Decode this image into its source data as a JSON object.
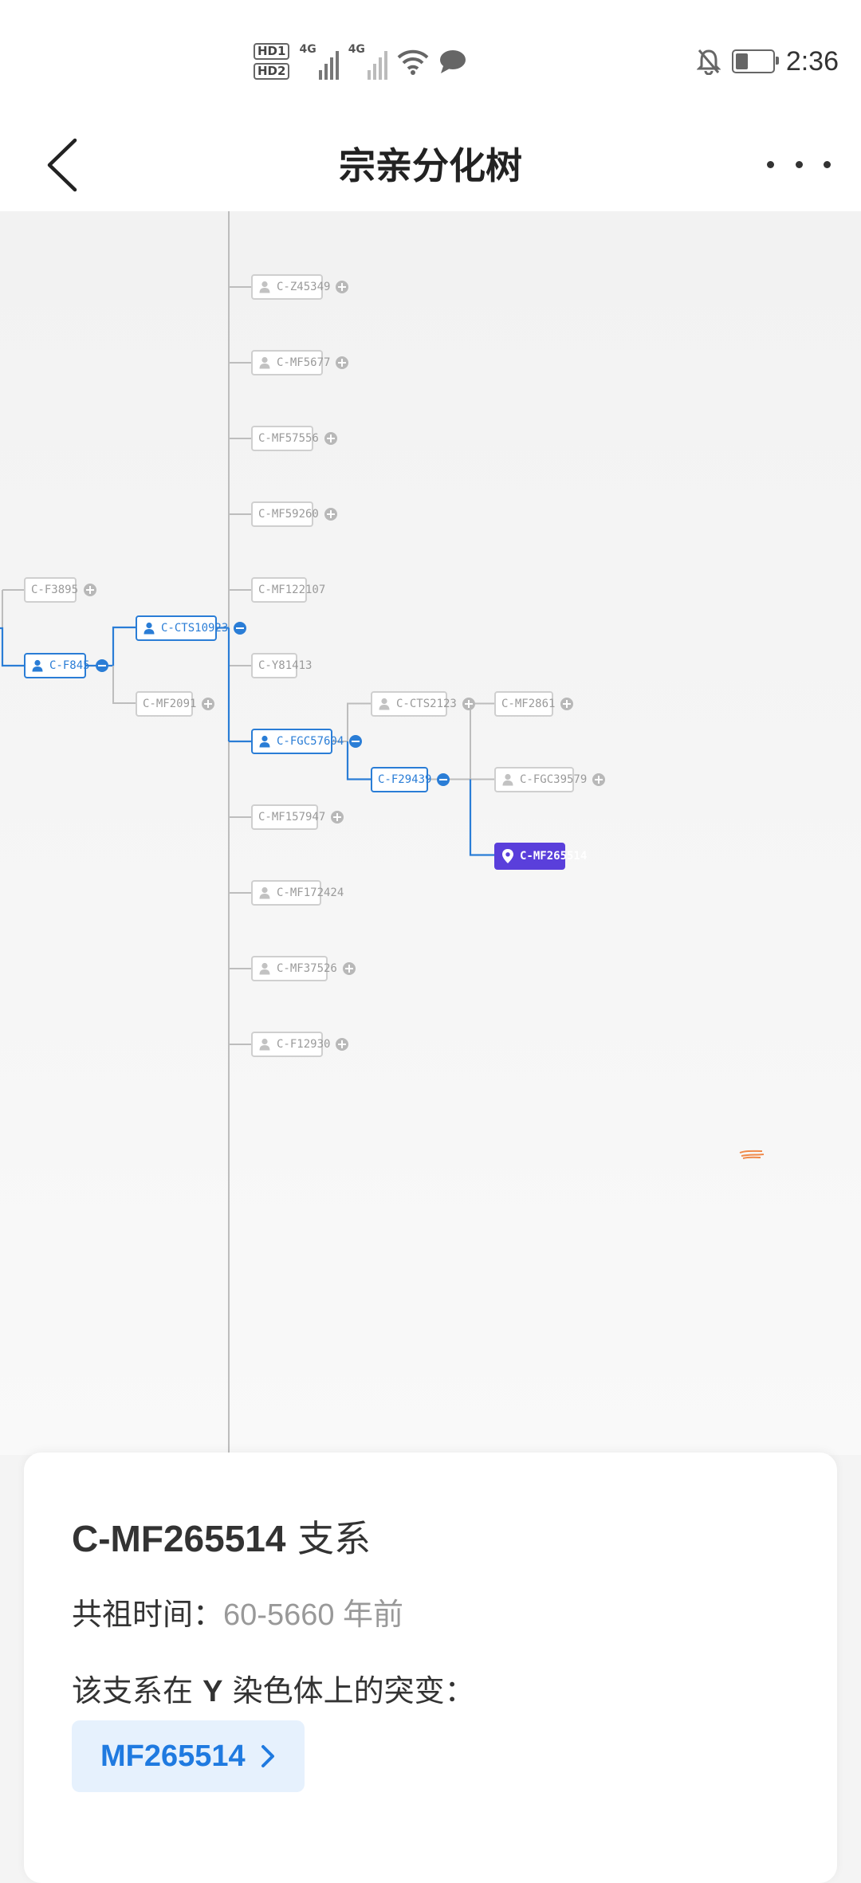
{
  "status_bar": {
    "hd_labels": [
      "HD1",
      "HD2"
    ],
    "sim1_type": "4G",
    "sim2_type": "4G",
    "time": "2:36",
    "icons": [
      "signal-icon",
      "wifi-icon",
      "chat-icon",
      "bell-off-icon",
      "battery-icon"
    ],
    "battery_level": 0.35
  },
  "header": {
    "title": "宗亲分化树"
  },
  "tree": {
    "trunk": [
      {
        "label": "C-Z45349",
        "icon": true,
        "toggle": "plus"
      },
      {
        "label": "C-MF5677",
        "icon": true,
        "toggle": "plus"
      },
      {
        "label": "C-MF57556",
        "icon": false,
        "toggle": "plus"
      },
      {
        "label": "C-MF59260",
        "icon": false,
        "toggle": "plus"
      },
      {
        "label": "C-MF122107",
        "icon": false,
        "toggle": ""
      },
      {
        "label": "C-Y81413",
        "icon": false,
        "toggle": ""
      },
      {
        "label": "C-FGC57604",
        "icon": true,
        "toggle": "minus",
        "active": true
      },
      {
        "label": "C-MF157947",
        "icon": false,
        "toggle": "plus"
      },
      {
        "label": "C-MF172424",
        "icon": true,
        "toggle": ""
      },
      {
        "label": "C-MF37526",
        "icon": true,
        "toggle": "plus"
      },
      {
        "label": "C-F12930",
        "icon": true,
        "toggle": "plus"
      }
    ],
    "left_branch": {
      "parent": {
        "label": "C-F845",
        "icon": true,
        "toggle": "minus",
        "active": true
      },
      "sibling": {
        "label": "C-F3895",
        "icon": false,
        "toggle": "plus"
      },
      "child": {
        "label": "C-CTS10923",
        "icon": true,
        "toggle": "minus",
        "active": true
      },
      "child_sibling": {
        "label": "C-MF2091",
        "icon": false,
        "toggle": "plus"
      }
    },
    "right_branch": {
      "level1": [
        {
          "label": "C-CTS2123",
          "icon": true,
          "toggle": "plus"
        },
        {
          "label": "C-F29439",
          "icon": false,
          "toggle": "minus",
          "active": true
        }
      ],
      "level2": [
        {
          "label": "C-MF2861",
          "icon": false,
          "toggle": "plus"
        },
        {
          "label": "C-FGC39579",
          "icon": true,
          "toggle": "plus"
        },
        {
          "label": "C-MF265514",
          "icon": "pin",
          "toggle": "",
          "selected": true
        }
      ]
    },
    "colors": {
      "active": "#2a7dd6",
      "selected": "#5a3fdb",
      "line": "#bdbdbd"
    }
  },
  "info_card": {
    "branch_code": "C-MF265514",
    "branch_suffix": "支系",
    "tmrca_label": "共祖时间：",
    "tmrca_value": "60-5660 年前",
    "mutation_prefix": "该支系在",
    "mutation_chrom": "Y",
    "mutation_suffix": "染色体上的突变：",
    "mutation_chip": "MF265514"
  }
}
